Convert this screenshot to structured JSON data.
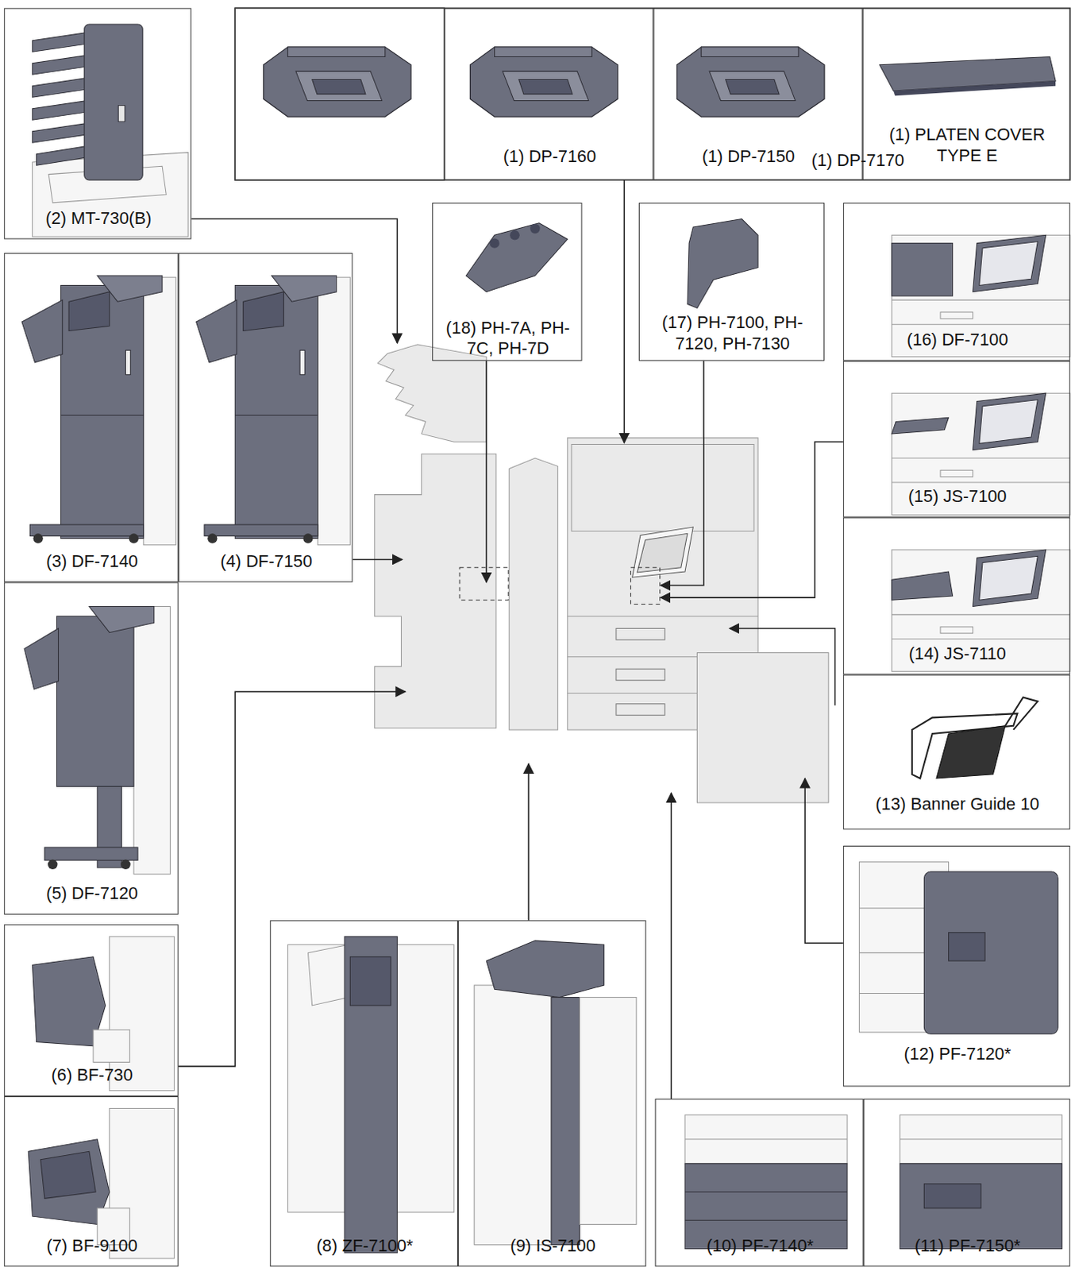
{
  "diagram": {
    "nodes": [
      {
        "text": [
          "(2) MT-730(B)"
        ]
      },
      {
        "text": [
          "(1) DP-7160"
        ]
      },
      {
        "text": [
          "(1) DP-7150"
        ]
      },
      {
        "text": [
          "(1) DP-7170",
          "(1) PLATEN COVER TYPE E"
        ]
      },
      {
        "text": [
          "(3) DF-7140"
        ]
      },
      {
        "text": [
          "(4) DF-7150"
        ]
      },
      {
        "text": [
          "(18) PH-7A, PH-7C, PH-7D"
        ]
      },
      {
        "text": [
          "(17) PH-7100, PH-7120, PH-7130"
        ]
      },
      {
        "text": [
          "(16) DF-7100"
        ]
      },
      {
        "text": [
          "(15) JS-7100"
        ]
      },
      {
        "text": [
          "(14) JS-7110"
        ]
      },
      {
        "text": [
          "(5) DF-7120"
        ]
      },
      {
        "text": [
          "(13) Banner Guide 10"
        ]
      },
      {
        "text": [
          "(12) PF-7120*"
        ]
      },
      {
        "text": [
          "(6) BF-730"
        ]
      },
      {
        "text": [
          "(7) BF-9100"
        ]
      },
      {
        "text": [
          "(8) ZF-7100*"
        ]
      },
      {
        "text": [
          "(9) IS-7100"
        ]
      },
      {
        "text": [
          "(10) PF-7140*"
        ]
      },
      {
        "text": [
          "(11) PF-7150*"
        ]
      }
    ]
  }
}
